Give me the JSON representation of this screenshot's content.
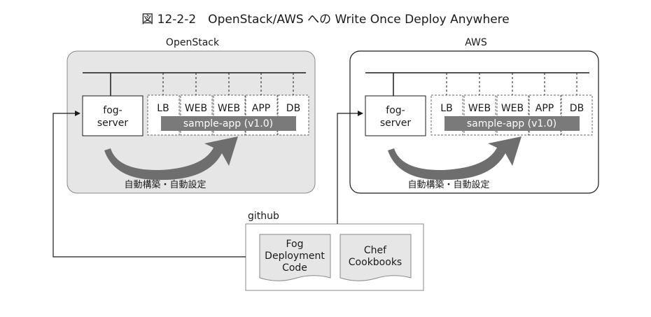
{
  "figure": {
    "title": "図 12-2-2　OpenStack/AWS への Write Once Deploy Anywhere"
  },
  "clouds": [
    {
      "name": "OpenStack",
      "server_label_line1": "fog-",
      "server_label_line2": "server",
      "tiers": [
        "LB",
        "WEB",
        "WEB",
        "APP",
        "DB"
      ],
      "app_label": "sample-app (v1.0)",
      "caption": "自動構築・自動設定",
      "fill_color": "#e6e6e6"
    },
    {
      "name": "AWS",
      "server_label_line1": "fog-",
      "server_label_line2": "server",
      "tiers": [
        "LB",
        "WEB",
        "WEB",
        "APP",
        "DB"
      ],
      "app_label": "sample-app (v1.0)",
      "caption": "自動構築・自動設定",
      "fill_color": "#ffffff"
    }
  ],
  "github": {
    "label": "github",
    "docs": [
      {
        "line1": "Fog",
        "line2": "Deployment",
        "line3": "Code"
      },
      {
        "line1": "Chef",
        "line2": "Cookbooks"
      }
    ]
  },
  "colors": {
    "line": "#1a1a1a",
    "app_bar": "#7a7a7a",
    "arrow": "#6e6e6e",
    "panel_border": "#888888"
  }
}
